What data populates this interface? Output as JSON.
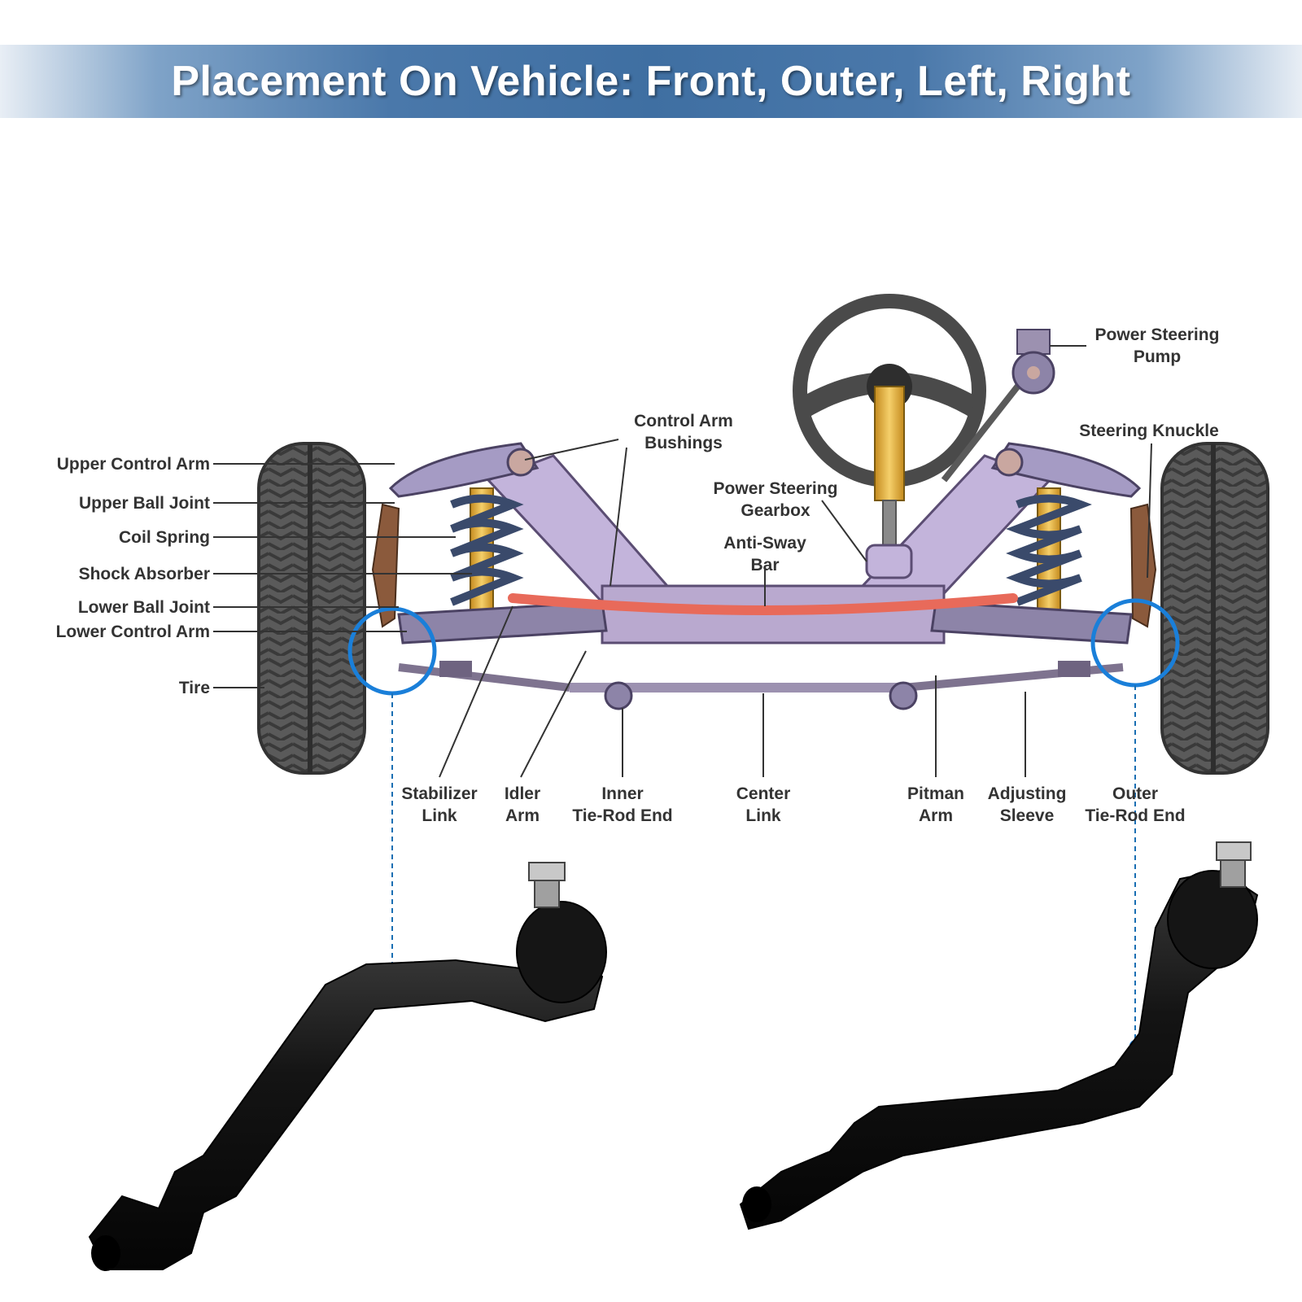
{
  "banner": {
    "title": "Placement On Vehicle: Front, Outer, Left, Right"
  },
  "labels": {
    "upper_control_arm": "Upper Control Arm",
    "upper_ball_joint": "Upper Ball Joint",
    "coil_spring": "Coil Spring",
    "shock_absorber": "Shock Absorber",
    "lower_ball_joint": "Lower Ball Joint",
    "lower_control_arm": "Lower Control Arm",
    "tire": "Tire",
    "control_arm_bushings": [
      "Control Arm",
      "Bushings"
    ],
    "power_steering_gearbox": [
      "Power Steering",
      "Gearbox"
    ],
    "anti_sway_bar": [
      "Anti-Sway",
      "Bar"
    ],
    "power_steering_pump": [
      "Power Steering",
      "Pump"
    ],
    "steering_knuckle": "Steering Knuckle",
    "stabilizer_link": [
      "Stabilizer",
      "Link"
    ],
    "idler_arm": [
      "Idler",
      "Arm"
    ],
    "inner_tie_rod_end": [
      "Inner",
      "Tie-Rod End"
    ],
    "center_link": [
      "Center",
      "Link"
    ],
    "pitman_arm": [
      "Pitman",
      "Arm"
    ],
    "adjusting_sleeve": [
      "Adjusting",
      "Sleeve"
    ],
    "outer_tie_rod_end": [
      "Outer",
      "Tie-Rod End"
    ]
  },
  "colors": {
    "banner": "#3f6fa2",
    "highlight_circle": "#1a7fd9",
    "frame": "#b9a9cf",
    "anti_sway_bar": "#e86a5a",
    "spring": "#3a4a6b",
    "shock": "#e8b63a",
    "tire": "#555555",
    "part": "#1c1c1c"
  }
}
